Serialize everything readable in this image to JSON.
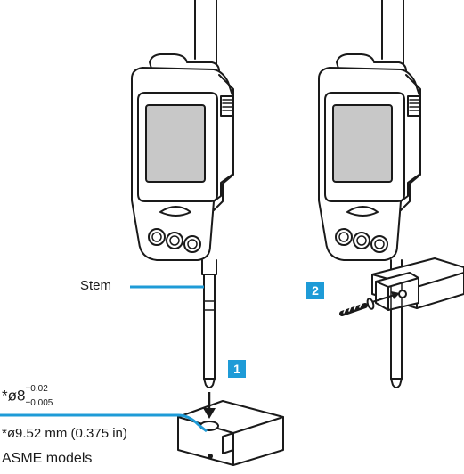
{
  "labels": {
    "stem": "Stem",
    "step1": "1",
    "step2": "2",
    "dim_prefix": "*ø8",
    "dim_upper_tol": "+0.02",
    "dim_lower_tol": "+0.005",
    "dim_alt": "*ø9.52 mm (0.375 in)",
    "asme": "ASME models"
  },
  "colors": {
    "accent": "#1e9bd7",
    "outline": "#1a1a1a",
    "screen": "#c8c8c8"
  },
  "icons": {
    "arrow": "arrow-down-icon",
    "screw": "screw-icon"
  }
}
